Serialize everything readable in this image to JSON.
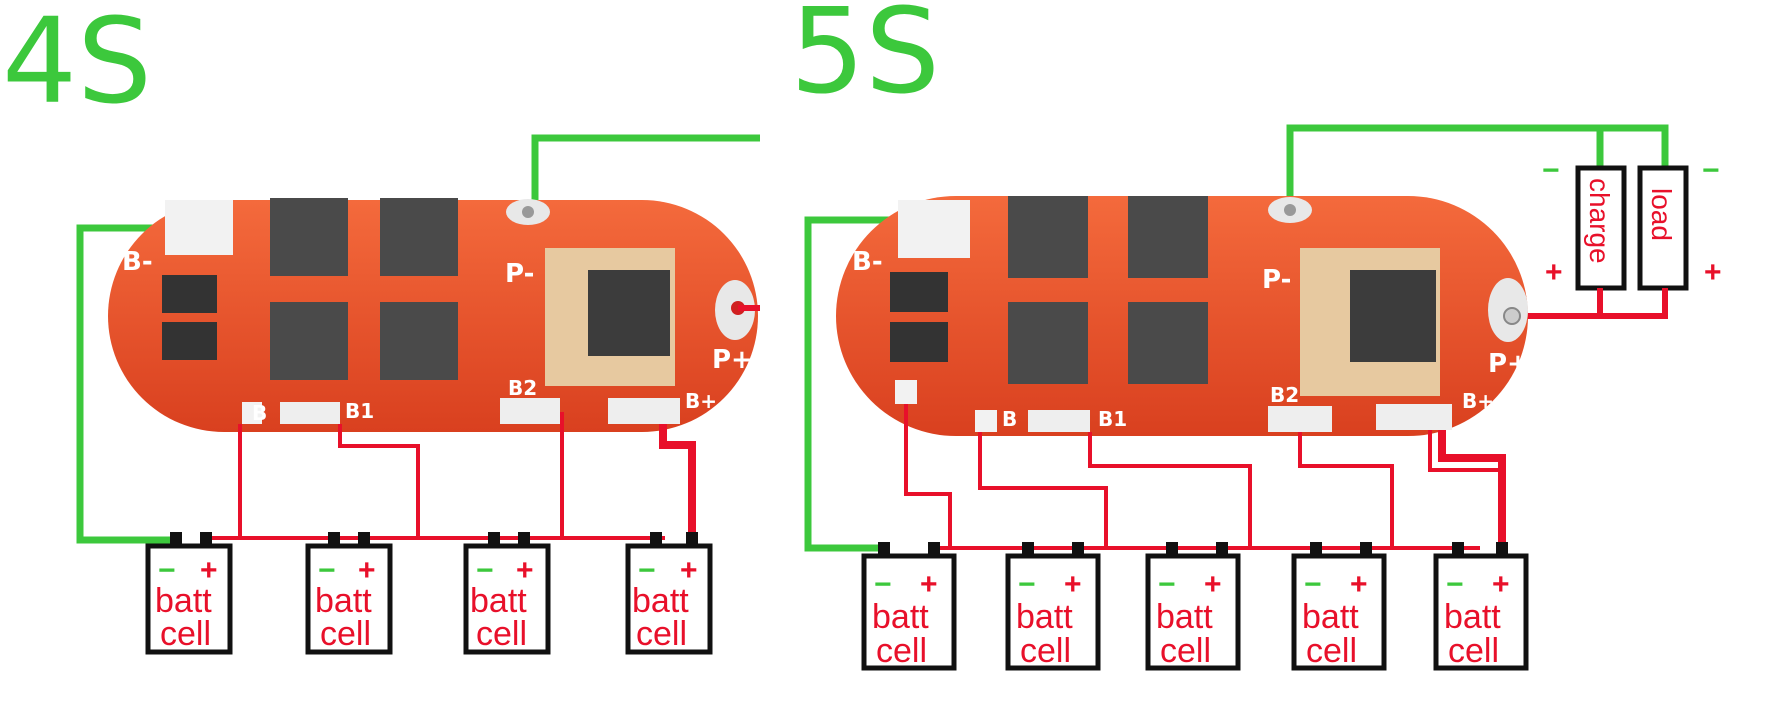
{
  "left_title": "4S",
  "right_title": "5S",
  "pcb_labels": {
    "b_minus": "B-",
    "p_minus": "P-",
    "p_plus": "P+",
    "b1": "B1",
    "b2": "B2",
    "b_plus": "B+",
    "b": "B"
  },
  "cell": {
    "minus": "−",
    "plus": "+",
    "line1": "batt",
    "line2": "cell"
  },
  "charge_label": "charge",
  "load_label": "load",
  "colors": {
    "green_wire": "#3cc83c",
    "red_wire": "#e8102a",
    "pcb": "#f0542e",
    "chip": "#4a4a4a"
  }
}
